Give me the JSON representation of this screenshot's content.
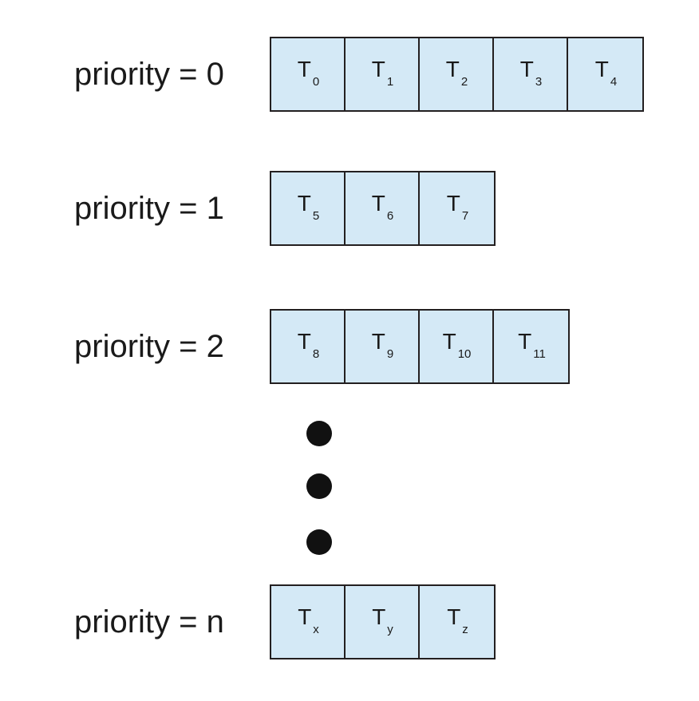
{
  "rows": [
    {
      "label": "priority = 0",
      "threads": [
        {
          "letter": "T",
          "sub": "0"
        },
        {
          "letter": "T",
          "sub": "1"
        },
        {
          "letter": "T",
          "sub": "2"
        },
        {
          "letter": "T",
          "sub": "3"
        },
        {
          "letter": "T",
          "sub": "4"
        }
      ]
    },
    {
      "label": "priority = 1",
      "threads": [
        {
          "letter": "T",
          "sub": "5"
        },
        {
          "letter": "T",
          "sub": "6"
        },
        {
          "letter": "T",
          "sub": "7"
        }
      ]
    },
    {
      "label": "priority = 2",
      "threads": [
        {
          "letter": "T",
          "sub": "8"
        },
        {
          "letter": "T",
          "sub": "9"
        },
        {
          "letter": "T",
          "sub": "10"
        },
        {
          "letter": "T",
          "sub": "11"
        }
      ]
    },
    {
      "label": "priority = n",
      "threads": [
        {
          "letter": "T",
          "sub": "x"
        },
        {
          "letter": "T",
          "sub": "y"
        },
        {
          "letter": "T",
          "sub": "z"
        }
      ]
    }
  ],
  "colors": {
    "cell_fill": "#d4e9f6",
    "border": "#231f20",
    "dot": "#111111"
  }
}
